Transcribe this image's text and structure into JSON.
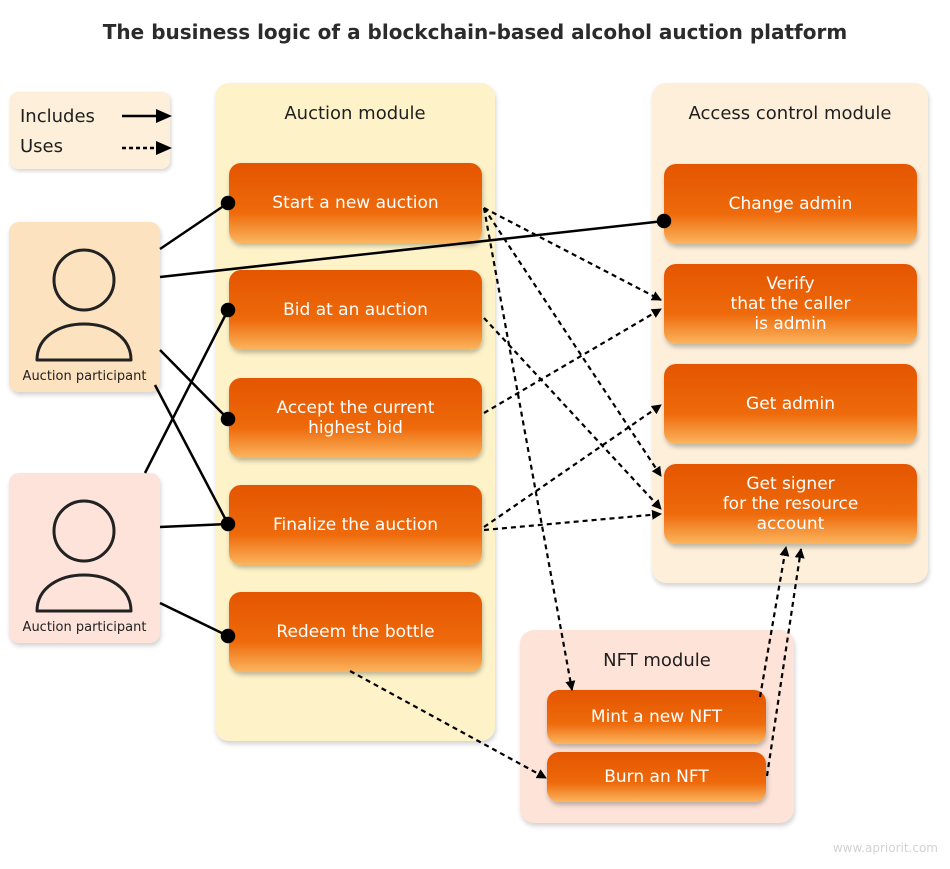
{
  "title": "The business logic of a blockchain-based alcohol auction platform",
  "legend": {
    "includes": "Includes",
    "uses": "Uses"
  },
  "actors": [
    {
      "label": "Auction participant"
    },
    {
      "label": "Auction participant"
    }
  ],
  "auction_module": {
    "title": "Auction module",
    "items": [
      "Start a new auction",
      "Bid at an auction",
      "Accept the current\nhighest bid",
      "Finalize the auction",
      "Redeem the bottle"
    ]
  },
  "access_module": {
    "title": "Access control module",
    "items": [
      "Change admin",
      "Verify\nthat the caller\nis admin",
      "Get admin",
      "Get signer\nfor the resource\naccount"
    ]
  },
  "nft_module": {
    "title": "NFT module",
    "items": [
      "Mint a new NFT",
      "Burn an NFT"
    ]
  },
  "watermark": "www.apriorit.com",
  "colors": {
    "use_case_fill": "#e95e05",
    "auction_module_bg": "#fef3c8",
    "access_module_bg": "#fdefd9",
    "nft_module_bg": "#fde3d8",
    "actor1_bg": "#fde2bf",
    "actor2_bg": "#fde3da"
  }
}
